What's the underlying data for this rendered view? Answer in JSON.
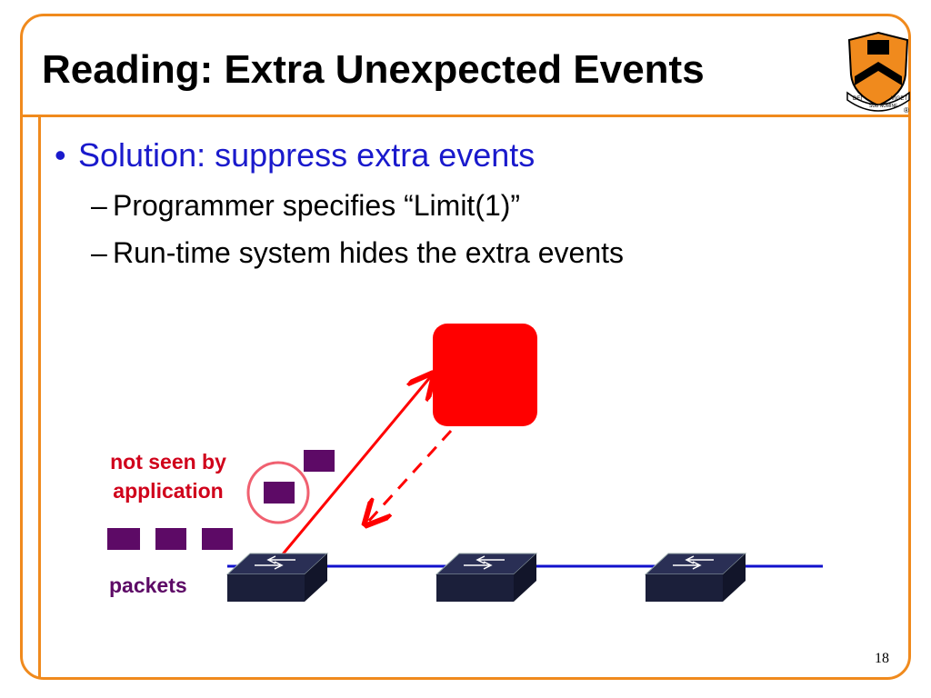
{
  "slide": {
    "title": "Reading: Extra Unexpected Events",
    "page_number": "18"
  },
  "content": {
    "bullet": {
      "marker": "•",
      "text": "Solution: suppress extra events"
    },
    "sub_bullets": [
      {
        "marker": "–",
        "text": "Programmer specifies “Limit(1)”"
      },
      {
        "marker": "–",
        "text": "Run-time system hides the extra events"
      }
    ]
  },
  "diagram": {
    "caption_not_seen": [
      "not seen by",
      "application"
    ],
    "caption_packets": "packets",
    "logo_motto_words": [
      "DEI",
      "SUB NUMINE",
      "VIGET"
    ],
    "registered_mark": "®"
  },
  "colors": {
    "accent_orange": "#f08a1d",
    "bullet_blue": "#1a1acc",
    "controller_red": "#ff0000",
    "packet_purple": "#5d0a66",
    "caption_red": "#d0021b",
    "link_blue": "#1111cc",
    "switch_fill": "#1b1f3a"
  }
}
